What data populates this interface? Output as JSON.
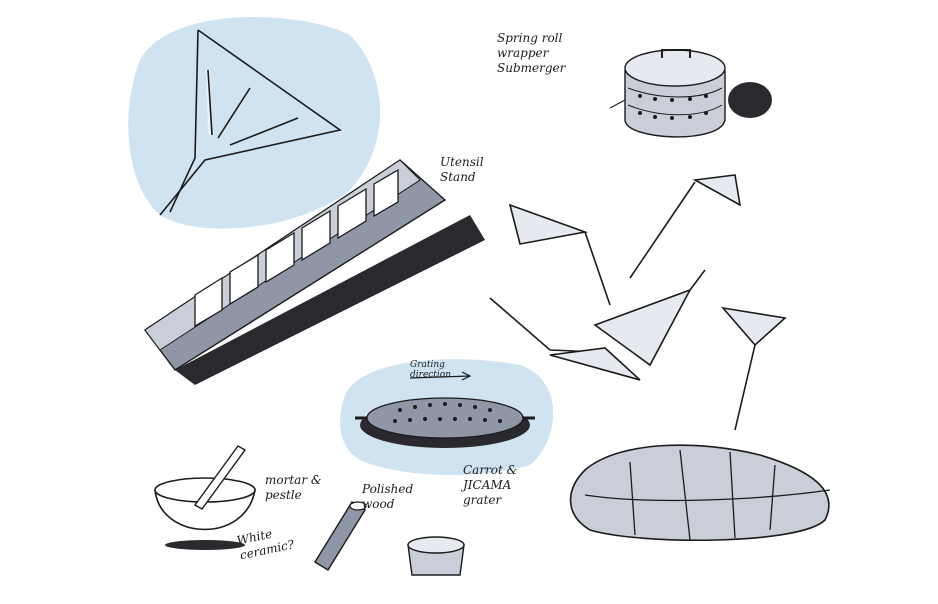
{
  "notes": {
    "spring_roll": [
      "Spring roll",
      "wrapper",
      "Submerger"
    ],
    "utensil_stand": [
      "Utensil",
      "Stand"
    ],
    "grating_direction": [
      "Grating",
      "direction"
    ],
    "grater": [
      "Carrot &",
      "JICAMA",
      "grater"
    ],
    "mortar": [
      "mortar &",
      "pestle"
    ],
    "polished_wood": [
      "Polished",
      "wood"
    ],
    "white_ceramic": [
      "White",
      "ceramic?"
    ]
  },
  "colors": {
    "marker_blue": "#cfe4f0",
    "ink": "#1b1b1b",
    "shade_dark": "#2a2a2e",
    "shade_grey": "#8f96a6",
    "shade_light": "#c9ced9"
  }
}
